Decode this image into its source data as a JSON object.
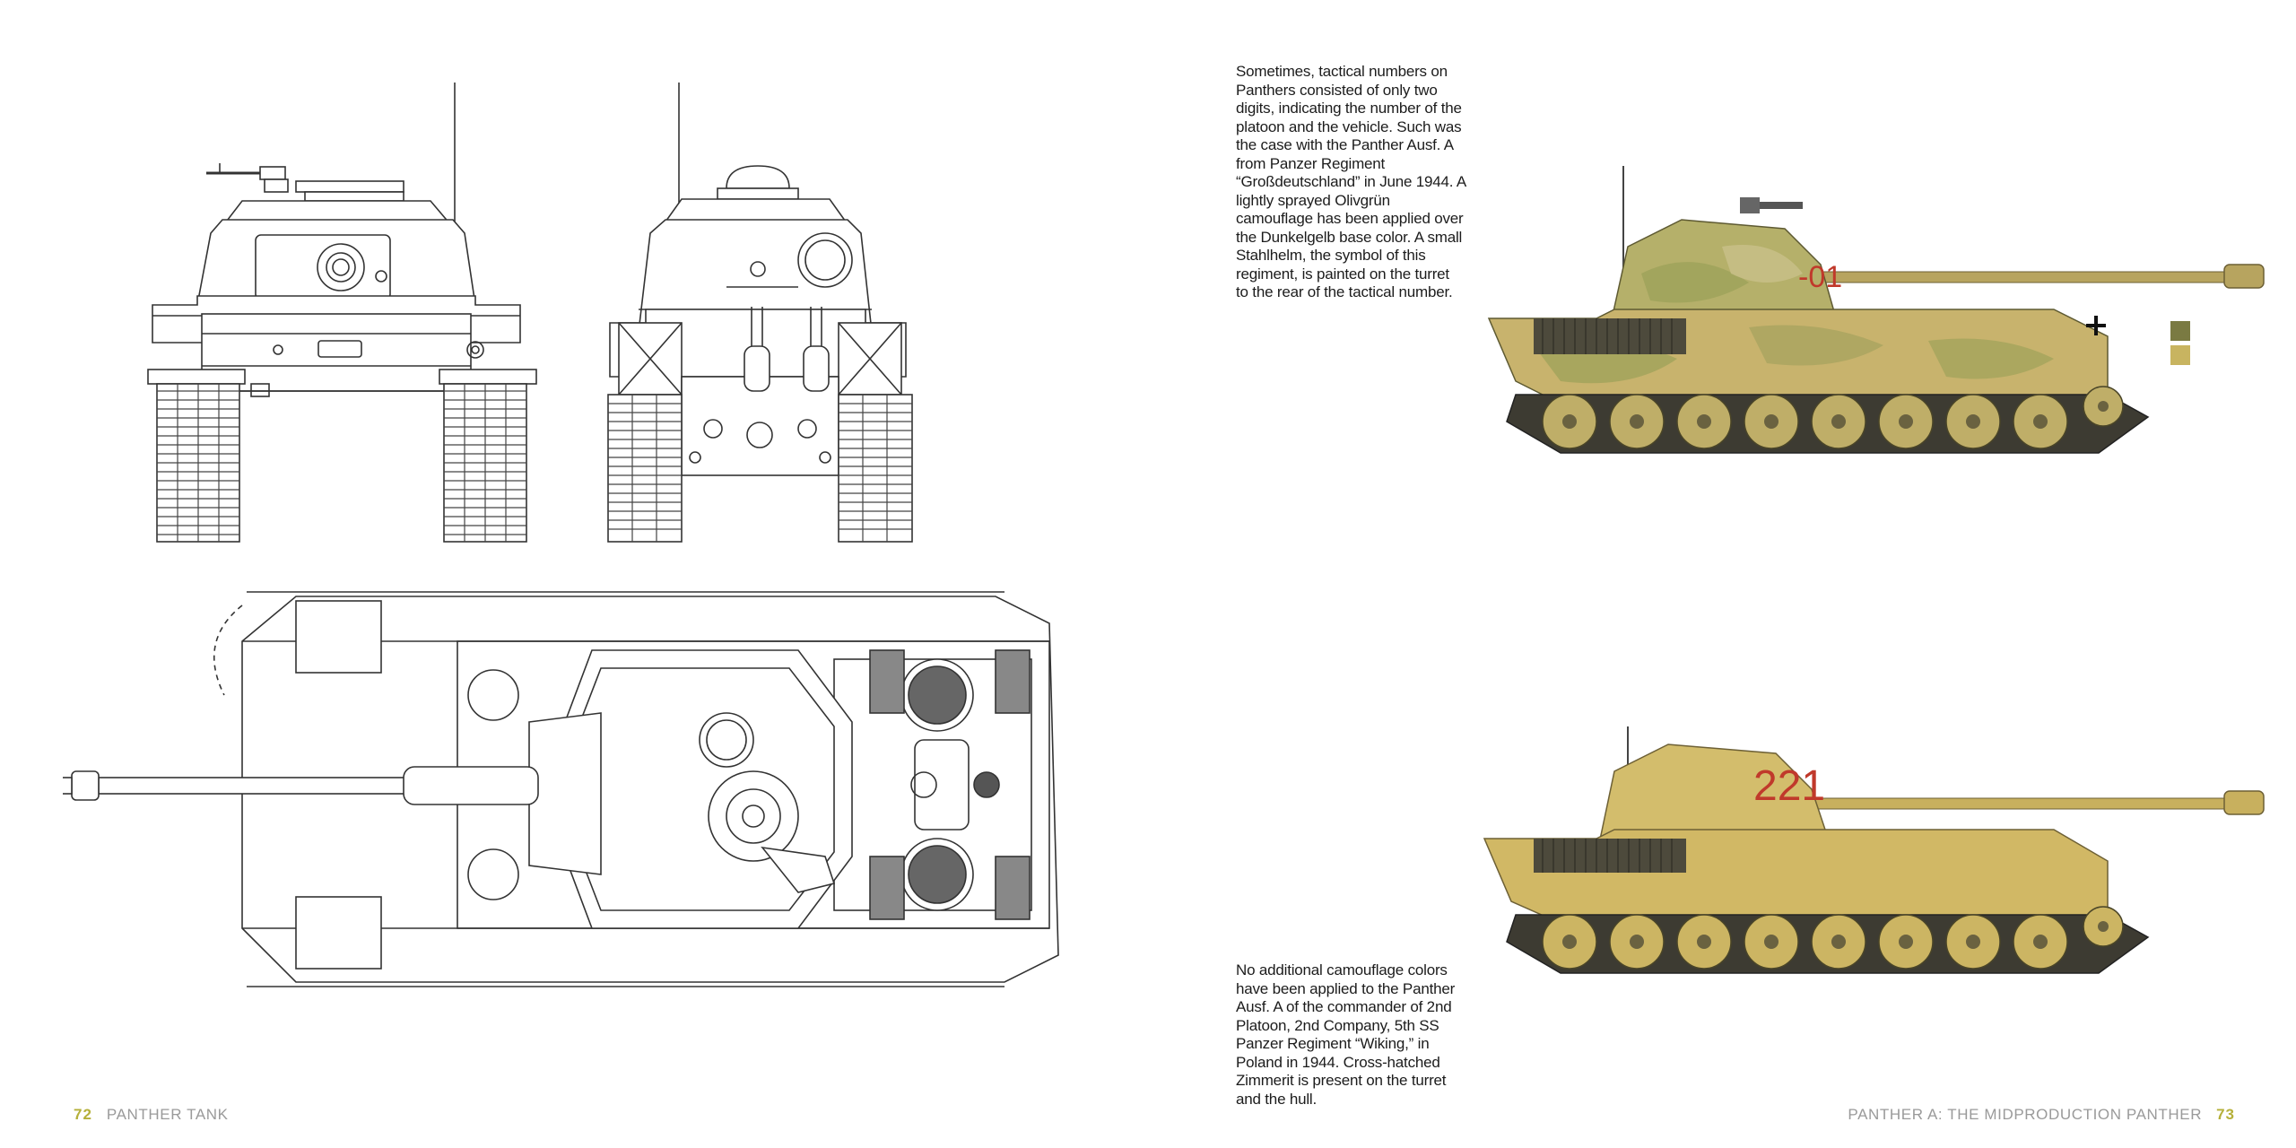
{
  "captions": {
    "top": [
      "Sometimes, tactical numbers on",
      "Panthers consisted of only two",
      "digits, indicating the number of the",
      "platoon and the vehicle. Such was",
      "the case with the Panther Ausf. A",
      "from Panzer Regiment",
      "“Großdeutschland” in June 1944. A",
      "lightly sprayed Olivgrün",
      "camouflage has been applied over",
      "the Dunkelgelb base color. A small",
      "Stahlhelm, the symbol of this",
      "regiment, is painted on the turret",
      "to the rear of the tactical number."
    ],
    "bottom": [
      "No additional camouflage colors",
      "have been applied to the Panther",
      "Ausf. A of the commander of 2nd",
      "Platoon, 2nd Company, 5th SS",
      "Panzer Regiment “Wiking,” in",
      "Poland in 1944. Cross-hatched",
      "Zimmerit is present on the turret",
      "and the hull."
    ]
  },
  "tanks": [
    {
      "tactical_number": "-01"
    },
    {
      "tactical_number": "221"
    }
  ],
  "swatches": {
    "olivgruen": "#7a7a42",
    "dunkelgelb": "#c8b460"
  },
  "footer": {
    "left": {
      "page": "72",
      "title": "PANTHER TANK"
    },
    "right": {
      "title": "PANTHER A: THE MIDPRODUCTION PANTHER",
      "page": "73"
    }
  },
  "colors": {
    "page_number_accent": "#b5b03a",
    "running_title": "#9a9a9a",
    "tactical_number_red": "#c0392b"
  }
}
